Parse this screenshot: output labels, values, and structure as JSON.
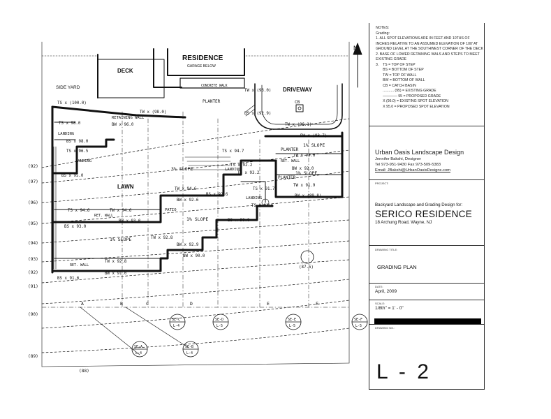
{
  "plan": {
    "labels": {
      "residence": "RESIDENCE",
      "garage": "GARAGE BELOW",
      "deck": "DECK",
      "driveway": "DRIVEWAY",
      "side_yard": "SIDE YARD",
      "lawn": "LAWN",
      "landing": "LANDING",
      "patio": "PATIO",
      "planter": "PLANTER",
      "ret_wall": "RET. WALL",
      "retaining_wall": "RETAINING WALL",
      "concrete_walk": "CONCRETE WALK",
      "slope_3": "3% SLOPE",
      "slope_1": "1% SLOPE",
      "cb": "CB",
      "north": "N"
    },
    "spot_labels": [
      "TS x (100.0)",
      "TW x (98.0)",
      "BW x 96.0",
      "TS x 98.0",
      "BS x 98.0",
      "TS x 96.5",
      "BS x 95.0",
      "TS x 94.7",
      "TS x 94.6",
      "BS x 93.0",
      "TW x 94.6",
      "BW x 92.6",
      "BW x 93.0",
      "TW x 92.8",
      "BW x 92.9",
      "BW x 91.0",
      "BS x 91.6",
      "TW x 94.6",
      "BW x 90.0",
      "TS x 92.2",
      "TS x 93.2",
      "TW x 93.6",
      "BW x 92.0",
      "TS x 91.7",
      "TS x 91.6",
      "BS x 90.0",
      "TW x 91.9",
      "BW x (89.8)",
      "BW x (93.7)",
      "TW x (96.1)",
      "TW x (93.0)",
      "BS x (92.9)",
      "(87.5)",
      "TW x 92.8",
      "BS x 92.6"
    ],
    "contours": [
      "(92)",
      "(97)",
      "(96)",
      "(95)",
      "(94)",
      "(93)",
      "(92)",
      "(91)",
      "(90)",
      "(89)",
      "(88)"
    ],
    "sections": [
      {
        "letter": "A",
        "top": "SE-A",
        "bottom": "L-4"
      },
      {
        "letter": "B",
        "top": "SE-B",
        "bottom": "L-4"
      },
      {
        "letter": "C",
        "top": "SE-C",
        "bottom": "L-4"
      },
      {
        "letter": "D",
        "top": "SE-D",
        "bottom": "L-5"
      },
      {
        "letter": "E",
        "top": "SE-E",
        "bottom": "L-5"
      },
      {
        "letter": "F",
        "top": "SE-F",
        "bottom": "L-5"
      }
    ]
  },
  "titleblock": {
    "notes": [
      "NOTES:",
      "Grading:",
      "1. ALL SPOT ELEVATIONS ARE IN FEET AND 10THS OF",
      "INCHES RELATIVE TO AN ASSUMED ELEVATION OF 100' AT",
      "GROUND LEVEL AT THE SOUTHWEST CORNER OF THE DECK",
      "",
      "2. BASE OF LOWER RETAINING WALS AND STEPS TO MEET",
      "EXISTING GRADE",
      "",
      "3.    TS = TOP OF STEP",
      "       BS = BOTTOM OF STEP",
      "       TW = TOP OF WALL",
      "       BW = BOTTOM OF WALL",
      "       CB = CATCH BASIN",
      "       ........... (95) = EXISTING GRADE",
      "       ———— 95 = PROPOSED GRADE",
      "       X (95.0) = EXISTING SPOT ELEVATION",
      "       X 95.0 = PROPOSED SPOT ELEVATION"
    ],
    "firm": "Urban Oasis Landscape Design",
    "designer": "Jennifer Bakshi, Designer",
    "phone": "Tel 973-951-9430    Fax 973-509-5383",
    "email": "Email: JBakshi@UrbanOasisDesigns.com",
    "project_label": "PROJECT:",
    "project_sub": "Backyard Landscape and Grading Design for:",
    "project_title": "SERICO RESIDENCE",
    "project_address": "18 Archung Road, Wayne, NJ",
    "drawing_title_label": "DRAWING TITLE:",
    "drawing_title": "GRADING PLAN",
    "date_label": "DATE:",
    "date": "April, 2009",
    "scale_label": "SCALE:",
    "scale": "1/8th\" = 1' - 0\"",
    "drawing_no_label": "DRAWING NO.:",
    "sheet": "L - 2"
  }
}
